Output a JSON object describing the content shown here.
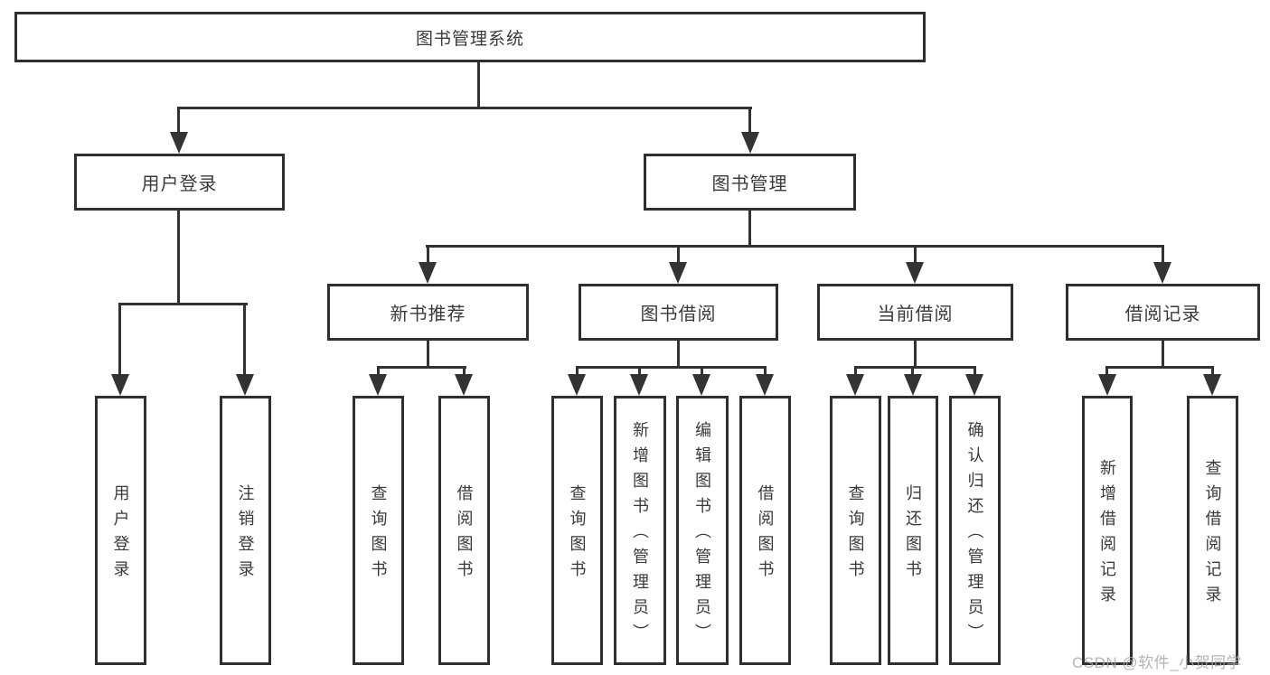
{
  "tree": {
    "label": "图书管理系统",
    "children": [
      {
        "label": "用户登录",
        "children": [
          {
            "label": "用户登录"
          },
          {
            "label": "注销登录"
          }
        ]
      },
      {
        "label": "图书管理",
        "children": [
          {
            "label": "新书推荐",
            "children": [
              {
                "label": "查询图书"
              },
              {
                "label": "借阅图书"
              }
            ]
          },
          {
            "label": "图书借阅",
            "children": [
              {
                "label": "查询图书"
              },
              {
                "label": "新增图书（管理员）"
              },
              {
                "label": "编辑图书（管理员）"
              },
              {
                "label": "借阅图书"
              }
            ]
          },
          {
            "label": "当前借阅",
            "children": [
              {
                "label": "查询图书"
              },
              {
                "label": "归还图书"
              },
              {
                "label": "确认归还（管理员）"
              }
            ]
          },
          {
            "label": "借阅记录",
            "children": [
              {
                "label": "新增借阅记录"
              },
              {
                "label": "查询借阅记录"
              }
            ]
          }
        ]
      }
    ]
  },
  "watermark": {
    "text": "CSDN @软件_小贺同学"
  },
  "colors": {
    "line": "#333333",
    "border": "#2f2f2f",
    "text": "#3a3a3a",
    "background": "#ffffff",
    "watermark": "#a8a8a8"
  }
}
